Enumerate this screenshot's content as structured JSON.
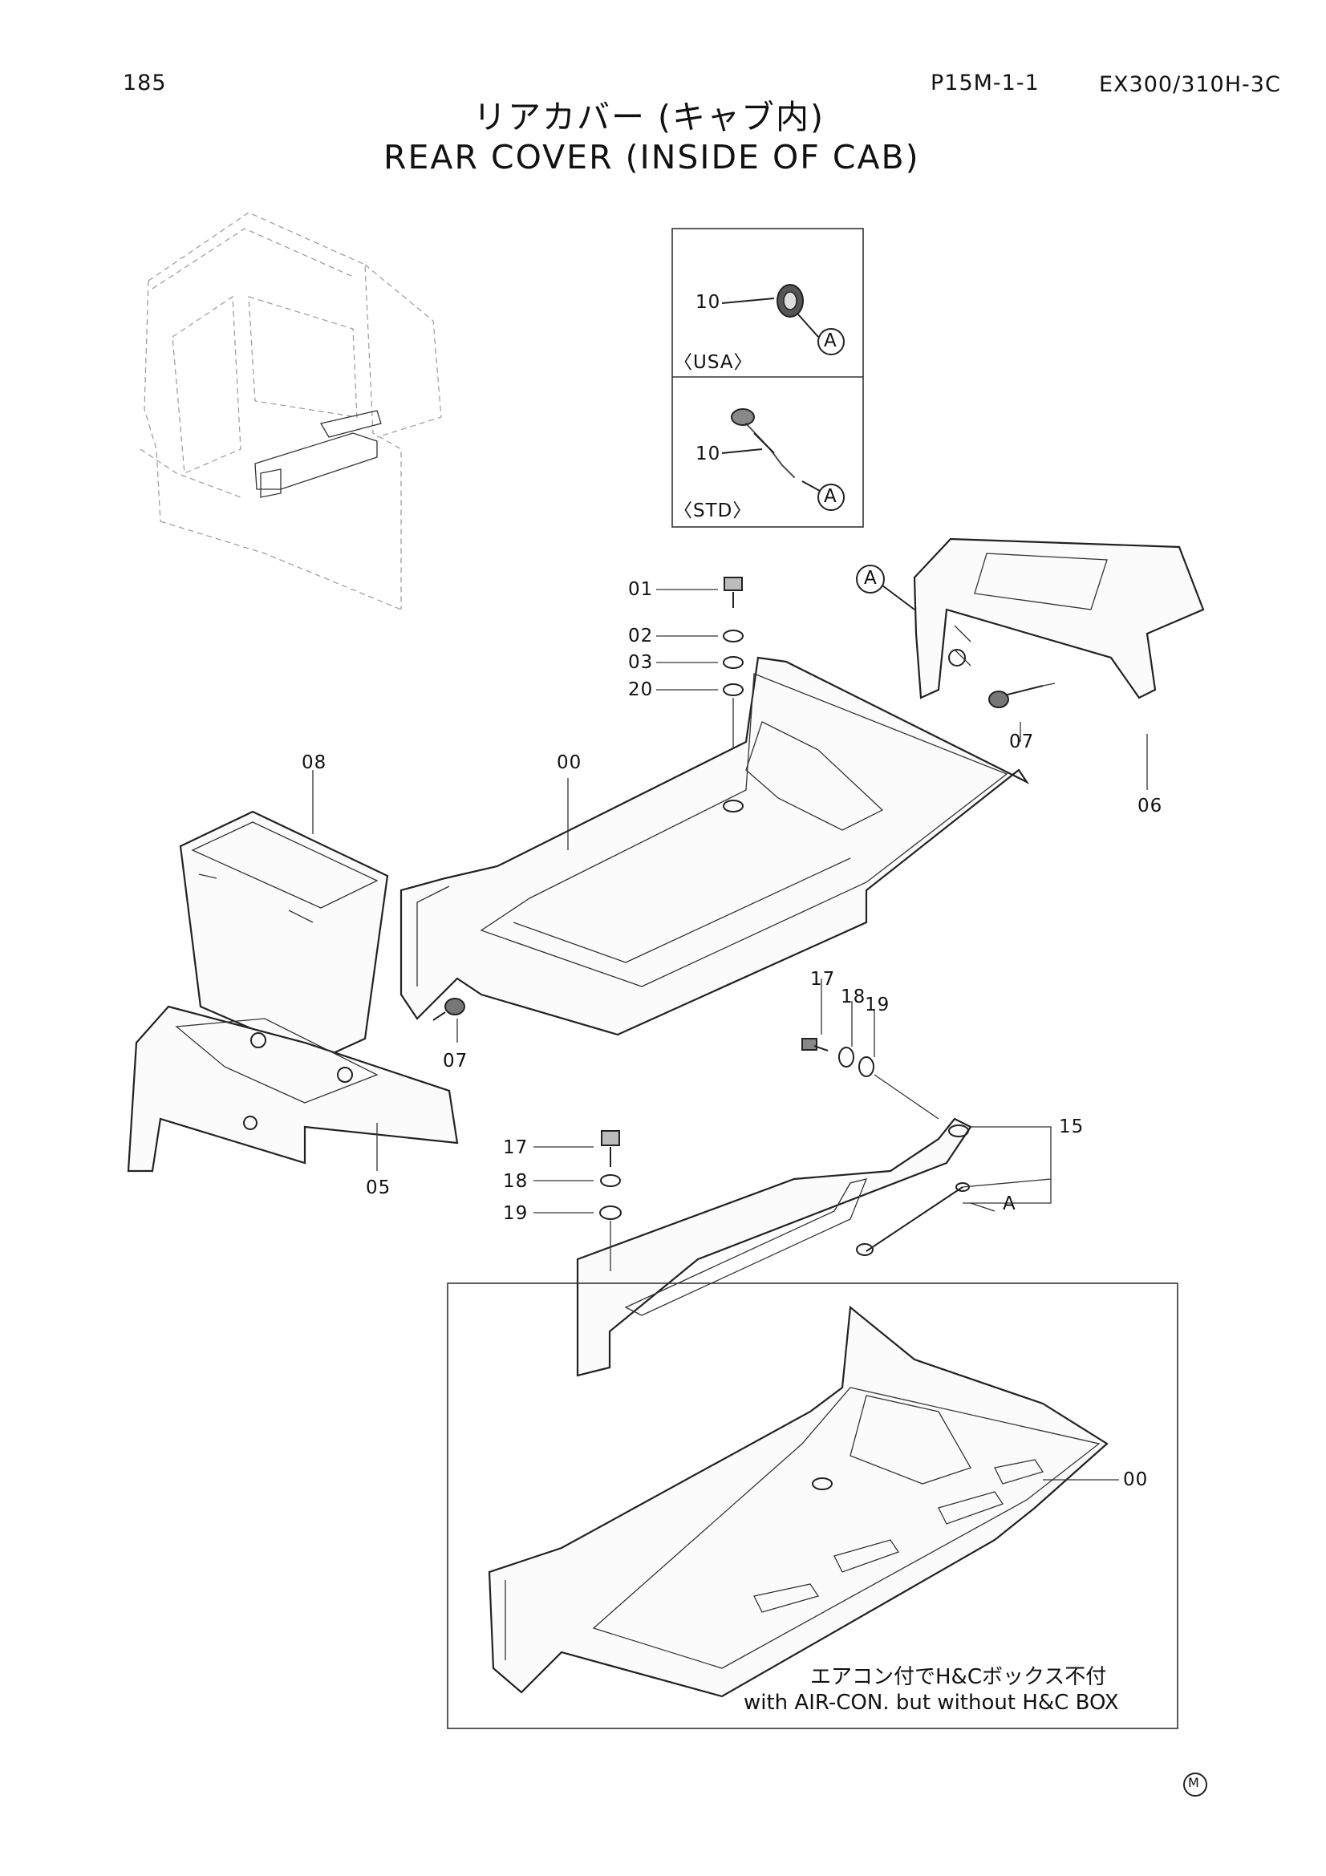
{
  "header": {
    "page_number": "185",
    "ref_code": "P15M-1-1",
    "model": "EX300/310H-3C",
    "title_jp": "リアカバー (キャブ内)",
    "title_en": "REAR COVER (INSIDE OF CAB)"
  },
  "insets": {
    "usa": {
      "label": "〈USA〉",
      "part": "10",
      "ref": "A"
    },
    "std": {
      "label": "〈STD〉",
      "part": "10",
      "ref": "A"
    }
  },
  "callouts": {
    "ref_a_bracket": "A",
    "ref_a_assembly": "A",
    "p01": "01",
    "p02": "02",
    "p03": "03",
    "p20": "20",
    "p00_main": "00",
    "p08": "08",
    "p06": "06",
    "p07_right": "07",
    "p07_left": "07",
    "p05": "05",
    "p17_top": "17",
    "p18_top": "18",
    "p19_top": "19",
    "p17_bottom": "17",
    "p18_bottom": "18",
    "p19_bottom": "19",
    "p15": "15",
    "p00_variant": "00"
  },
  "variant_caption": {
    "jp": "エアコン付でH&Cボックス不付",
    "en": "with AIR-CON. but without H&C BOX"
  },
  "footer_mark": "M"
}
